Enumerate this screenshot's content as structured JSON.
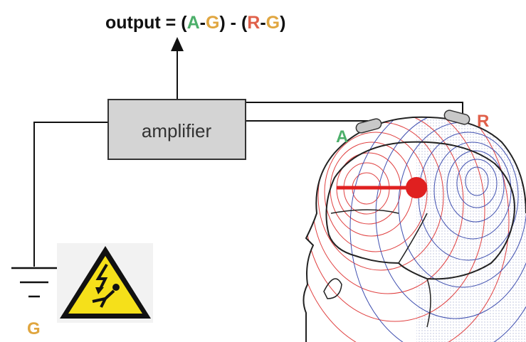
{
  "formula": {
    "prefix": "output = (",
    "a1": "A",
    "dash1": "-",
    "g1": "G",
    "mid": ") - (",
    "r": "R",
    "dash2": "-",
    "g2": "G",
    "suffix": ")"
  },
  "amplifier_label": "amplifier",
  "electrode_labels": {
    "active": "A",
    "reference": "R",
    "ground": "G"
  },
  "colors": {
    "green": "#4caf6a",
    "orange": "#e0a640",
    "red": "#e0604a",
    "wire": "#111111",
    "amp_fill": "#d4d4d4",
    "dipole": "#e02020",
    "pos_field": "#e04040",
    "neg_field": "#4050b0",
    "warning_yellow": "#f5e01a"
  },
  "icons": [
    "ground-symbol-icon",
    "electric-shock-warning-icon",
    "up-arrow-icon"
  ]
}
